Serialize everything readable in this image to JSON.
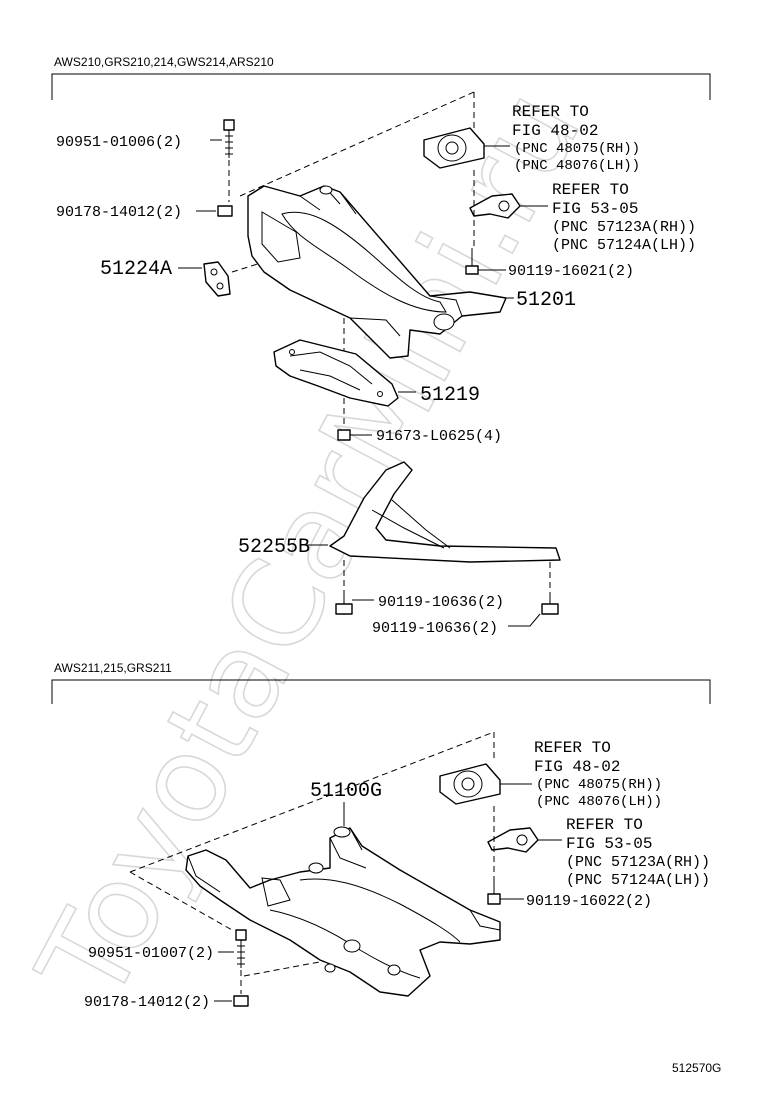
{
  "sections": [
    {
      "models": "AWS210,GRS210,214,GWS214,ARS210",
      "labels": {
        "bolt_top": "90951-01006(2)",
        "washer_top": "90178-14012(2)",
        "bracket_left": "51224A",
        "frame": "51201",
        "cover": "51219",
        "cover_screw": "91673-L0625(4)",
        "brace": "52255B",
        "brace_bolt_a": "90119-10636(2)",
        "brace_bolt_b": "90119-10636(2)",
        "rear_bolt": "90119-16021(2)"
      },
      "refer_a": [
        "REFER TO",
        "FIG 48-02",
        "(PNC 48075(RH))",
        "(PNC 48076(LH))"
      ],
      "refer_b": [
        "REFER TO",
        "FIG 53-05",
        "(PNC 57123A(RH))",
        "(PNC 57124A(LH))"
      ]
    },
    {
      "models": "AWS211,215,GRS211",
      "labels": {
        "frame": "51100G",
        "bolt": "90951-01007(2)",
        "washer": "90178-14012(2)",
        "rear_bolt": "90119-16022(2)"
      },
      "refer_a": [
        "REFER TO",
        "FIG 48-02",
        "(PNC 48075(RH))",
        "(PNC 48076(LH))"
      ],
      "refer_b": [
        "REFER TO",
        "FIG 53-05",
        "(PNC 57123A(RH))",
        "(PNC 57124A(LH))"
      ]
    }
  ],
  "watermark": "ToyotaCarMini.ru",
  "figure_code": "512570G"
}
